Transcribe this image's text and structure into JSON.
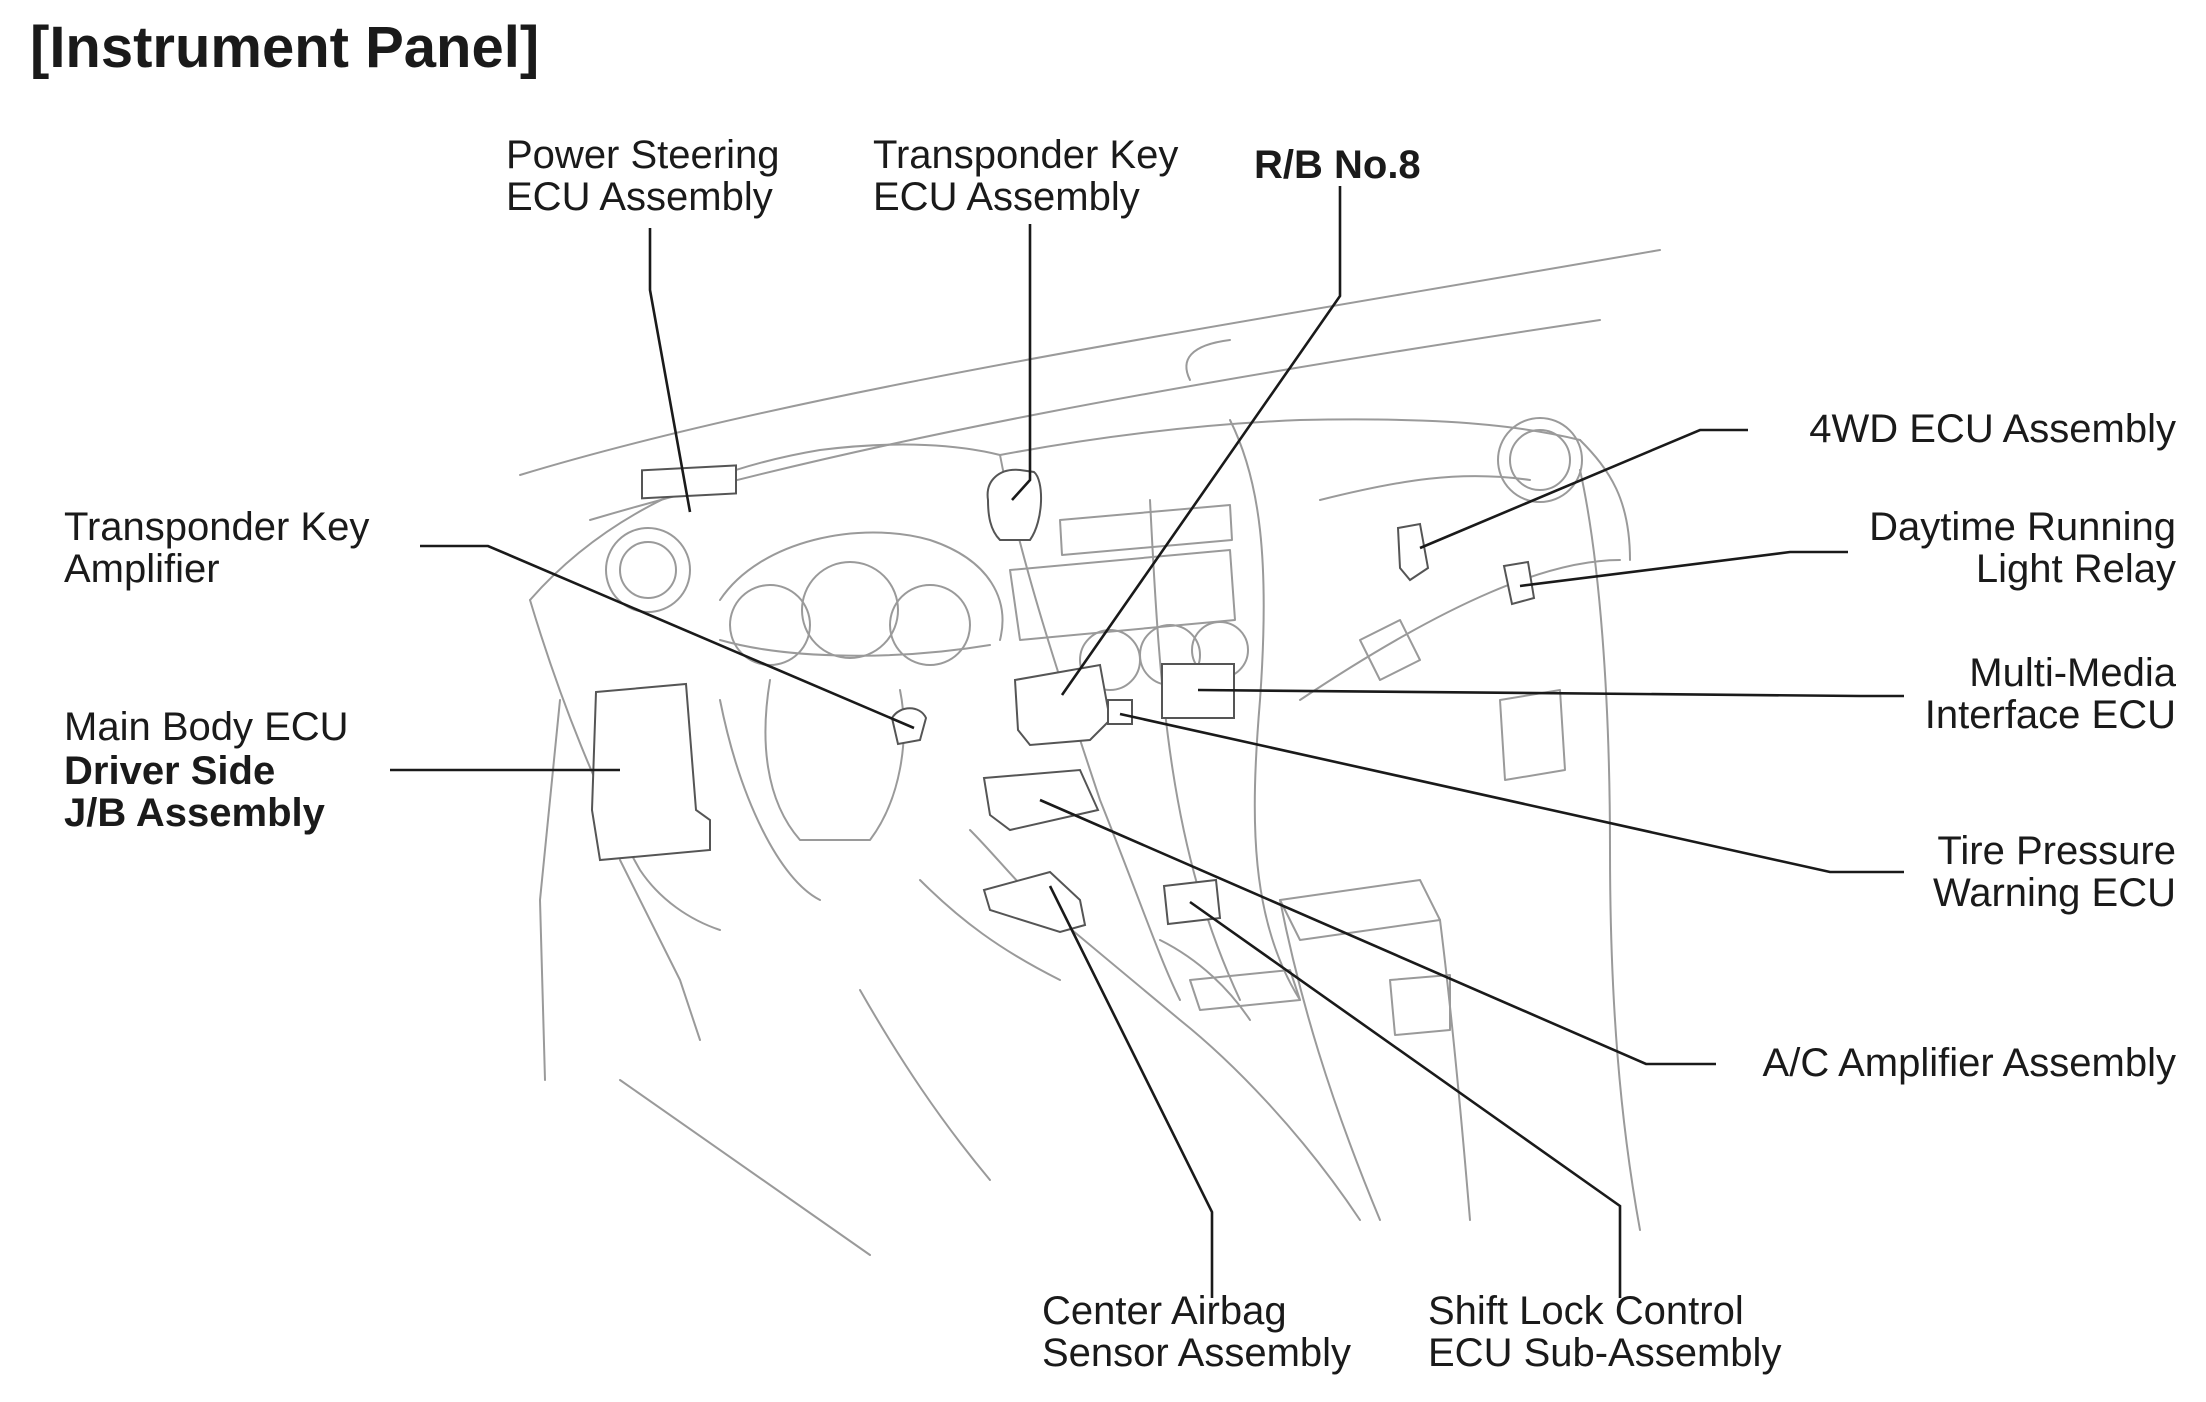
{
  "title": "[Instrument Panel]",
  "labels": {
    "power_steering": [
      "Power Steering",
      "ECU Assembly"
    ],
    "transponder_key_ecu": [
      "Transponder Key",
      "ECU Assembly"
    ],
    "rb_no8": [
      "R/B No.8"
    ],
    "transponder_key_amp": [
      "Transponder Key",
      "Amplifier"
    ],
    "main_body_ecu": [
      "Main Body ECU"
    ],
    "driver_side_jb": [
      "Driver Side",
      "J/B Assembly"
    ],
    "wd4_ecu": [
      "4WD ECU Assembly"
    ],
    "daytime_running": [
      "Daytime Running",
      "Light Relay"
    ],
    "multimedia_ecu": [
      "Multi-Media",
      "Interface ECU"
    ],
    "tire_pressure": [
      "Tire Pressure",
      "Warning ECU"
    ],
    "ac_amplifier": [
      "A/C Amplifier Assembly"
    ],
    "center_airbag": [
      "Center Airbag",
      "Sensor Assembly"
    ],
    "shift_lock": [
      "Shift Lock Control",
      "ECU Sub-Assembly"
    ]
  }
}
